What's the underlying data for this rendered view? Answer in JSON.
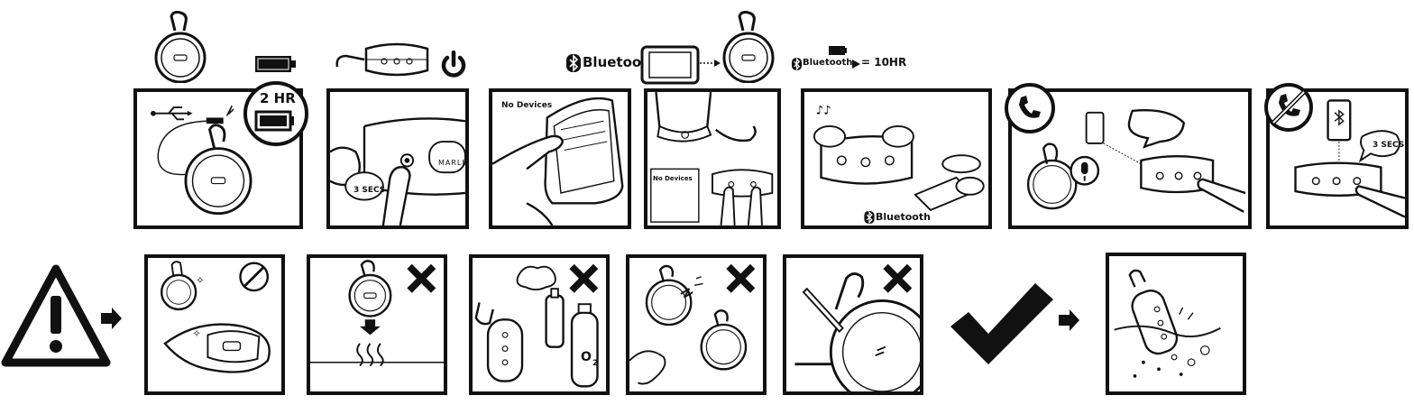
{
  "top_icons": {
    "bluetooth_text": "Bluetooth",
    "bluetooth_small_text": "Bluetooth",
    "play_time": "= 10HR"
  },
  "panels": {
    "charge": {
      "badge": "2 HR"
    },
    "power": {
      "button_word": "MARLEY",
      "hold": "3 SECS"
    },
    "pair": {
      "screen_text": "No Devices"
    },
    "pair2": {
      "screen_text": "No Devices"
    },
    "controls": {
      "bluetooth_text": "Bluetooth"
    },
    "reset": {
      "hold": "3 SECS"
    }
  },
  "warnings": {
    "oxygen_label": "O",
    "oxygen_sub": "2"
  },
  "colors": {
    "ink": "#111111",
    "paper": "#ffffff"
  }
}
